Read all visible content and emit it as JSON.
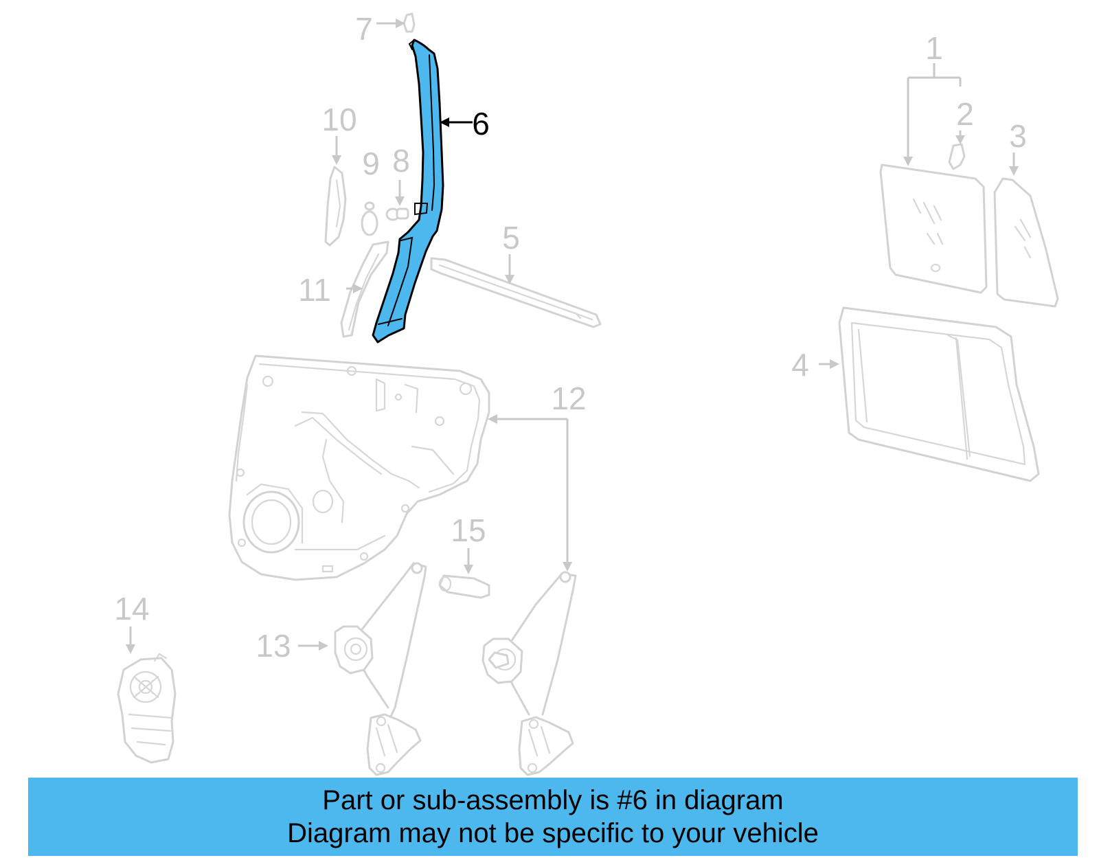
{
  "diagram": {
    "highlighted_part": "6",
    "callouts": [
      {
        "id": "1",
        "label": "1"
      },
      {
        "id": "2",
        "label": "2"
      },
      {
        "id": "3",
        "label": "3"
      },
      {
        "id": "4",
        "label": "4"
      },
      {
        "id": "5",
        "label": "5"
      },
      {
        "id": "6",
        "label": "6"
      },
      {
        "id": "7",
        "label": "7"
      },
      {
        "id": "8",
        "label": "8"
      },
      {
        "id": "9",
        "label": "9"
      },
      {
        "id": "10",
        "label": "10"
      },
      {
        "id": "11",
        "label": "11"
      },
      {
        "id": "12",
        "label": "12"
      },
      {
        "id": "13",
        "label": "13"
      },
      {
        "id": "14",
        "label": "14"
      },
      {
        "id": "15",
        "label": "15"
      }
    ],
    "colors": {
      "highlight": "#4db8ee",
      "muted_part": "#d2d2d2",
      "banner": "#4db8ee"
    }
  },
  "banner": {
    "line1": "Part or sub-assembly is #6 in diagram",
    "line2": "Diagram may not be specific to your vehicle"
  }
}
